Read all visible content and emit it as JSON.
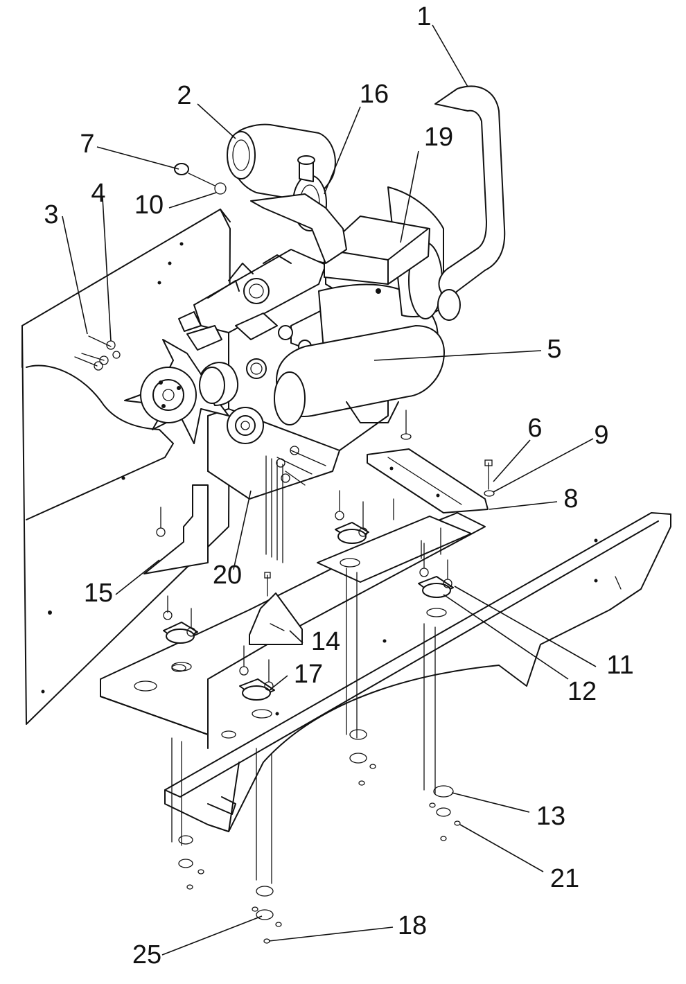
{
  "callouts": [
    {
      "id": "c1",
      "label": "1"
    },
    {
      "id": "c2",
      "label": "2"
    },
    {
      "id": "c3",
      "label": "3"
    },
    {
      "id": "c4",
      "label": "4"
    },
    {
      "id": "c5",
      "label": "5"
    },
    {
      "id": "c6",
      "label": "6"
    },
    {
      "id": "c7",
      "label": "7"
    },
    {
      "id": "c8",
      "label": "8"
    },
    {
      "id": "c9",
      "label": "9"
    },
    {
      "id": "c10",
      "label": "10"
    },
    {
      "id": "c11",
      "label": "11"
    },
    {
      "id": "c12",
      "label": "12"
    },
    {
      "id": "c13",
      "label": "13"
    },
    {
      "id": "c14",
      "label": "14"
    },
    {
      "id": "c15",
      "label": "15"
    },
    {
      "id": "c16",
      "label": "16"
    },
    {
      "id": "c17",
      "label": "17"
    },
    {
      "id": "c18",
      "label": "18"
    },
    {
      "id": "c19",
      "label": "19"
    },
    {
      "id": "c20",
      "label": "20"
    },
    {
      "id": "c21",
      "label": "21"
    },
    {
      "id": "c25",
      "label": "25"
    }
  ]
}
